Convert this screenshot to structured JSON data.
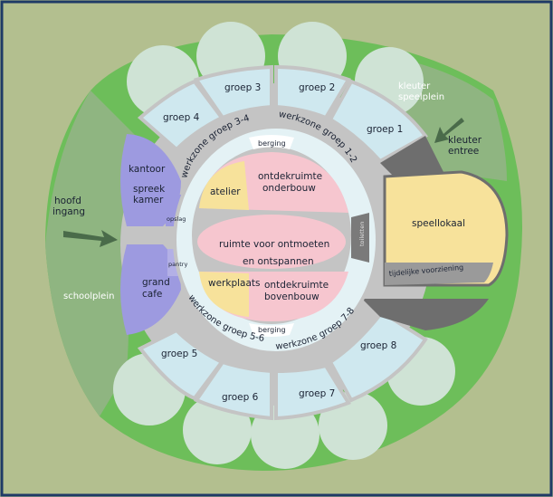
{
  "colors": {
    "frame": "#1f3a66",
    "background": "#b3bf8f",
    "grass": "#6dbe5a",
    "paving": "#8fb581",
    "classroom": "#cfe8ef",
    "workzone": "#e4f2f5",
    "walls": "#c4c4c4",
    "corridor": "#6e6e6e",
    "pink": "#f6c6cf",
    "yellow": "#f7e29b",
    "purple": "#9d9ae0",
    "circles": "#cfe3d5"
  },
  "outside": {
    "hoofdingang": [
      "hoofd",
      "ingang"
    ],
    "schoolplein": "schoolplein",
    "kleuterspeelplein": [
      "kleuter",
      "speelplein"
    ],
    "kleuterentree": [
      "kleuter",
      "entree"
    ]
  },
  "classrooms": {
    "groep1": "groep 1",
    "groep2": "groep 2",
    "groep3": "groep 3",
    "groep4": "groep 4",
    "groep5": "groep 5",
    "groep6": "groep 6",
    "groep7": "groep 7",
    "groep8": "groep 8"
  },
  "workzones": {
    "top_left": "werkzone groep 3-4",
    "top_right": "werkzone groep 1-2",
    "bottom_left": "werkzone groep 5-6",
    "bottom_right": "werkzone groep 7-8"
  },
  "rooms": {
    "berging_top": "berging",
    "berging_bottom": "berging",
    "atelier": "atelier",
    "ontdekruimte_onder": [
      "ontdekruimte",
      "onderbouw"
    ],
    "ontdekruimte_boven": [
      "ontdekruimte",
      "bovenbouw"
    ],
    "centraal": [
      "ruimte voor ontmoeten",
      "en ontspannen"
    ],
    "werkplaats": "werkplaats",
    "speellokaal": "speellokaal",
    "tijdelijke": "tijdelijke voorziening",
    "toiletten": "toiletten"
  },
  "left_wing": {
    "kantoor": "kantoor",
    "spreekkamer": [
      "spreek",
      "kamer"
    ],
    "opslag": "opslag",
    "pantry": "pantry",
    "grandcafe": [
      "grand",
      "cafe"
    ]
  }
}
